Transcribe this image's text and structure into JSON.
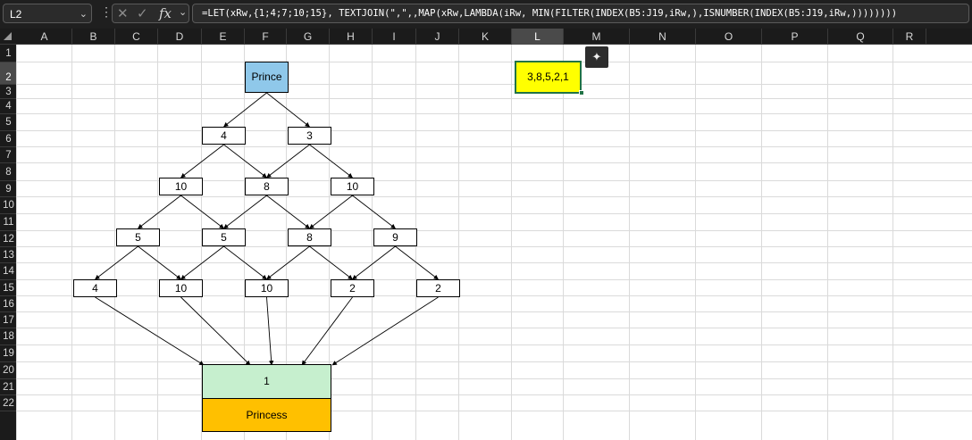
{
  "name_box": {
    "value": "L2"
  },
  "formula_bar": {
    "cancel_glyph": "✕",
    "enter_glyph": "✓",
    "fx_glyph": "fx",
    "formula": "=LET(xRw,{1;4;7;10;15}, TEXTJOIN(\",\",,MAP(xRw,LAMBDA(iRw, MIN(FILTER(INDEX(B5:J19,iRw,),ISNUMBER(INDEX(B5:J19,iRw,))))))))"
  },
  "columns": [
    {
      "label": "A"
    },
    {
      "label": "B"
    },
    {
      "label": "C"
    },
    {
      "label": "D"
    },
    {
      "label": "E"
    },
    {
      "label": "F"
    },
    {
      "label": "G"
    },
    {
      "label": "H"
    },
    {
      "label": "I"
    },
    {
      "label": "J"
    },
    {
      "label": "K"
    },
    {
      "label": "L"
    },
    {
      "label": "M"
    },
    {
      "label": "N"
    },
    {
      "label": "O"
    },
    {
      "label": "P"
    },
    {
      "label": "Q"
    },
    {
      "label": "R"
    }
  ],
  "rows": [
    "1",
    "2",
    "3",
    "4",
    "5",
    "6",
    "7",
    "8",
    "9",
    "10",
    "11",
    "12",
    "13",
    "14",
    "15",
    "16",
    "17",
    "18",
    "19",
    "20",
    "21",
    "22"
  ],
  "selected_column": "L",
  "selected_row": "2",
  "result_cell": {
    "value": "3,8,5,2,1",
    "fill": "#ffff00"
  },
  "prince": {
    "label": "Prince",
    "fill": "#8fc8ea"
  },
  "level1": [
    "4",
    "3"
  ],
  "level2": [
    "10",
    "8",
    "10"
  ],
  "level3": [
    "5",
    "5",
    "8",
    "9"
  ],
  "level4": [
    "4",
    "10",
    "10",
    "2",
    "2"
  ],
  "minimum_box": {
    "value": "1",
    "fill": "#c6efce"
  },
  "princess": {
    "label": "Princess",
    "fill": "#ffc000"
  },
  "colors": {
    "grid_line": "#dadada",
    "header_bg": "#1b1b1b",
    "selection_border": "#217346"
  },
  "icons": {
    "flash_fill": "flash-fill-icon"
  }
}
